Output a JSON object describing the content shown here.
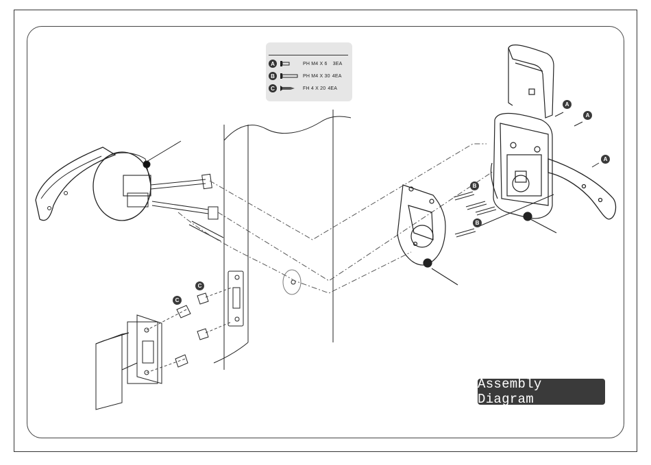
{
  "title": "Assembly Diagram",
  "legend": {
    "items": [
      {
        "marker": "A",
        "spec": "PH M4 X 6",
        "qty": "3EA"
      },
      {
        "marker": "B",
        "spec": "PH M4 X 30",
        "qty": "4EA"
      },
      {
        "marker": "C",
        "spec": "FH 4 X 20",
        "qty": "4EA"
      }
    ]
  },
  "callouts": {
    "a": "A",
    "b": "B",
    "c": "C"
  }
}
